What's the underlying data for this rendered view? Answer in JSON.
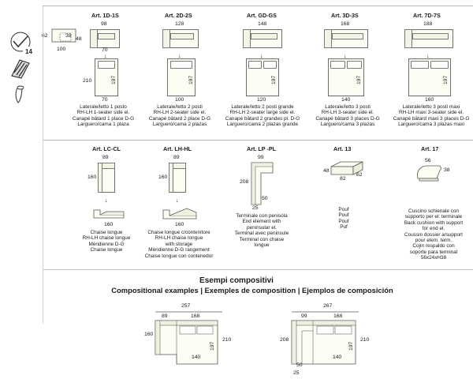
{
  "legend": {
    "dims": {
      "depth_sofa": "62",
      "seat_h": "38",
      "arm_h": "48",
      "width": "100"
    },
    "badge": "14",
    "icons": [
      "armrest-outline-icon",
      "fabric-swatch-icon",
      "leg-icon"
    ]
  },
  "row1": [
    {
      "code": "Art. 1D-1S",
      "top_w": "98",
      "bed_w": "70",
      "bed_l": "197",
      "total_l": "210",
      "desc": [
        "Laterale/letto 1 posto",
        "RH-LH 1-seater side el.",
        "Canapé bâtard 1 place D-G",
        "Larguero/cama 1 plaza"
      ]
    },
    {
      "code": "Art. 2D-2S",
      "top_w": "128",
      "bed_w": "100",
      "bed_l": "197",
      "total_l": "",
      "desc": [
        "Laterale/letto 2 posti",
        "RH-LH 2-seater side el.",
        "Canapé bâtard 2 place D-G",
        "Larguero/cama 2 plazas"
      ]
    },
    {
      "code": "Art. GD-GS",
      "top_w": "148",
      "bed_w": "120",
      "bed_l": "197",
      "total_l": "",
      "desc": [
        "Laterale/letto 2 posti grande",
        "RH-LH 2-seater large side el.",
        "Canapé bâtard 2 grandes pl. D-G",
        "Larguero/cama 2 plazas grande"
      ]
    },
    {
      "code": "Art. 3D-3S",
      "top_w": "168",
      "bed_w": "140",
      "bed_l": "197",
      "total_l": "",
      "desc": [
        "Laterale/letto 3 posti",
        "RH-LH 3-seater side el.",
        "Canapé bâtard 3 places D-G",
        "Larguero/cama 3 plazas"
      ]
    },
    {
      "code": "Art. 7D-7S",
      "top_w": "188",
      "bed_w": "160",
      "bed_l": "197",
      "total_l": "",
      "desc": [
        "Laterale/letto 3 posti maxi",
        "RH-LH maxi 3-seater side el.",
        "Canapé bâtard maxi 3 places D-G",
        "Larguero/cama 3 plazas maxi"
      ]
    }
  ],
  "row2": [
    {
      "code": "Art. LC-CL",
      "top_w": "89",
      "side_h": "160",
      "bottom_w": "160",
      "desc": [
        "Chaise longue",
        "RH-LH chaise longue",
        "Méridienne D-G",
        "Chaise longue"
      ]
    },
    {
      "code": "Art. LH-HL",
      "top_w": "89",
      "side_h": "160",
      "bottom_w": "160",
      "desc": [
        "Chaise longue c/contenitore",
        "RH-LH chaise longue",
        "with storage",
        "Méridienne D-G rangement",
        "Chaise longue con contenedor"
      ]
    },
    {
      "code": "Art. LP -PL",
      "top_w": "99",
      "side_h": "208",
      "bottom_w": "50",
      "bottom_w2": "25",
      "desc": [
        "Terminale con penisola",
        "End element with",
        "peninsular el.",
        "Terminal avec peninsule",
        "Terminal con chaise",
        "longue"
      ]
    },
    {
      "code": "Art. 13",
      "w": "82",
      "d": "62",
      "h": "48",
      "desc": [
        "Pouf",
        "Pouf",
        "Pouf",
        "Puf"
      ]
    },
    {
      "code": "Art. 17",
      "w": "56",
      "h": "38",
      "desc": [
        "Cuscino schienale con",
        "supporto per el. terminale",
        "Back cushion with support",
        "for end el.",
        "Coussin dossier a/support",
        "pour elem. term.",
        "Cojín respaldo con",
        "soporte para terminal",
        "56x24xH38"
      ]
    }
  ],
  "examples": {
    "title": "Esempi compositivi",
    "subtitle": "Compositional examples | Exemples de composition | Ejemplos de composición",
    "left": {
      "total": "257",
      "a": "89",
      "b": "168",
      "side": "160",
      "bed_w": "140",
      "bed_l": "197",
      "total_l": "210"
    },
    "right": {
      "total": "267",
      "a": "99",
      "b": "168",
      "side": "208",
      "bed_w": "140",
      "bed_l": "197",
      "total_l": "210",
      "low1": "50",
      "low2": "25"
    }
  }
}
